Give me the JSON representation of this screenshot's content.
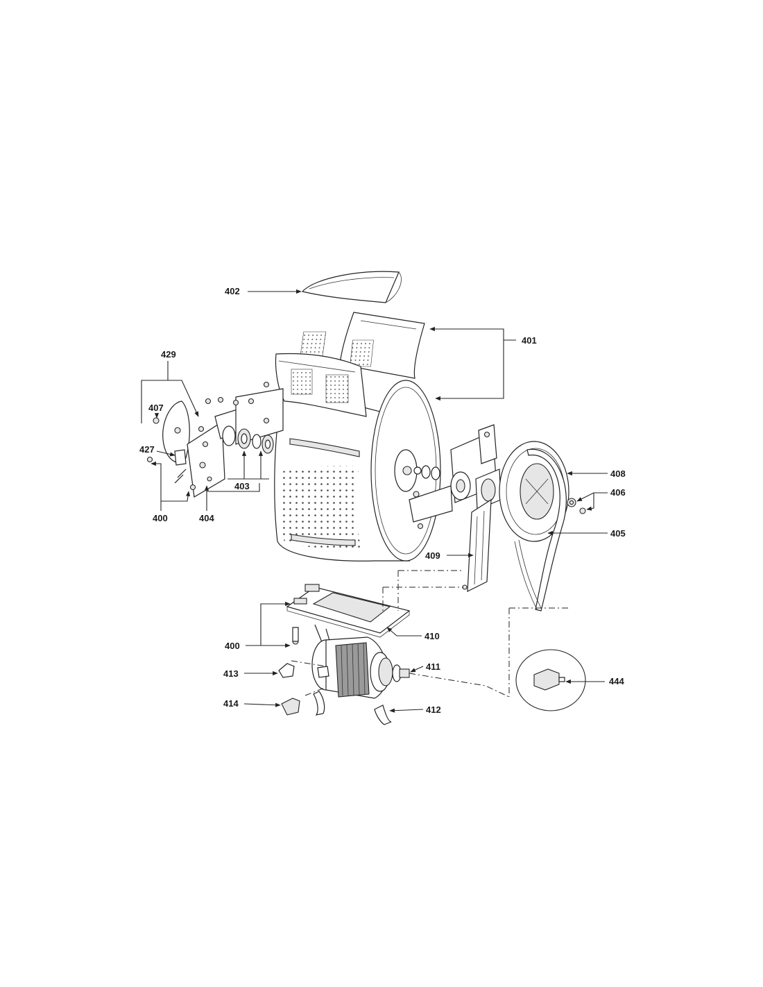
{
  "diagram": {
    "labels": {
      "l402": "402",
      "l401": "401",
      "l429": "429",
      "l407": "407",
      "l427": "427",
      "l403": "403",
      "l400a": "400",
      "l404": "404",
      "l408": "408",
      "l406": "406",
      "l405": "405",
      "l409": "409",
      "l410": "410",
      "l400b": "400",
      "l411": "411",
      "l413": "413",
      "l414": "414",
      "l412": "412",
      "l444": "444"
    }
  }
}
